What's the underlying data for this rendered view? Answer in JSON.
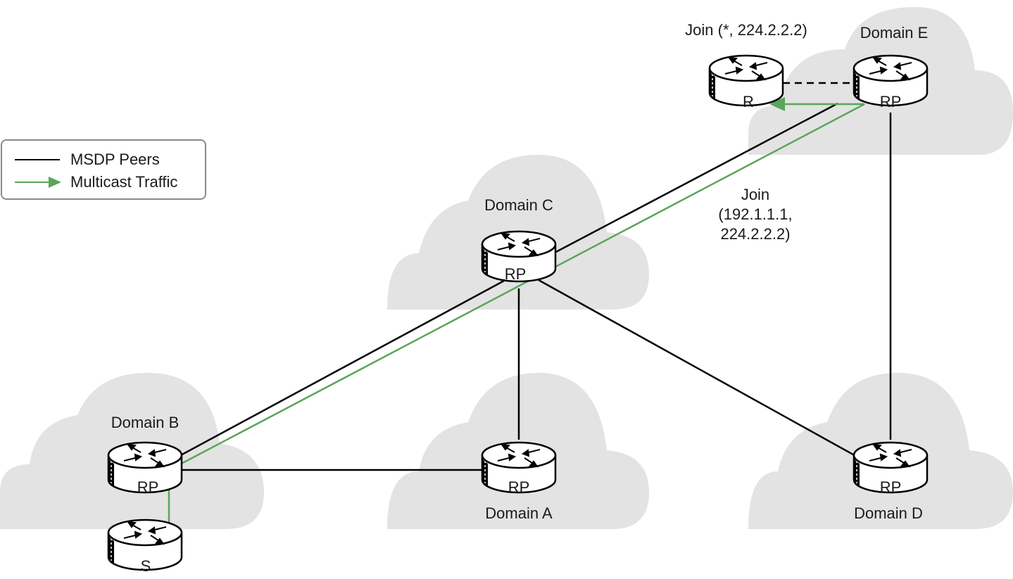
{
  "legend": {
    "items": [
      {
        "label": "MSDP Peers",
        "color": "#000000"
      },
      {
        "label": "Multicast Traffic",
        "color": "#5aa55a"
      }
    ]
  },
  "domains": {
    "a": "Domain A",
    "b": "Domain B",
    "c": "Domain C",
    "d": "Domain D",
    "e": "Domain E"
  },
  "routers": {
    "rp_label": "RP",
    "receiver_label": "R",
    "source_label": "S"
  },
  "annotations": {
    "join_star": "Join (*, 224.2.2.2)",
    "join_sg_line1": "Join",
    "join_sg_line2": "(192.1.1.1,",
    "join_sg_line3": "224.2.2.2)"
  },
  "colors": {
    "cloud": "#e3e3e3",
    "traffic": "#5aa55a",
    "peer_line": "#000000"
  }
}
